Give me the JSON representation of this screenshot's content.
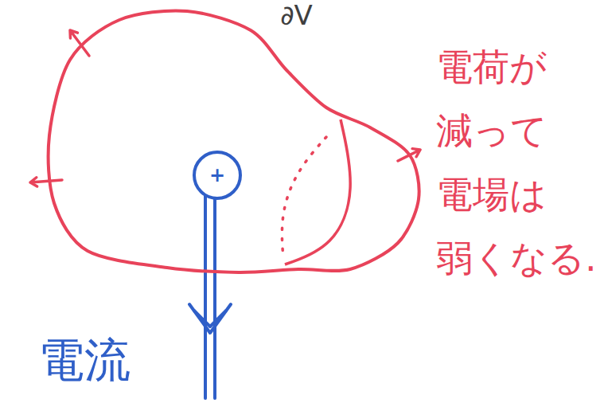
{
  "diagram": {
    "nodes": [
      {
        "text": [
          "∂V"
        ]
      },
      {
        "text": [
          "+"
        ],
        "in": 0
      }
    ],
    "labels": [
      "電荷が 減って 電場は 弱くなる.",
      "電流"
    ]
  }
}
